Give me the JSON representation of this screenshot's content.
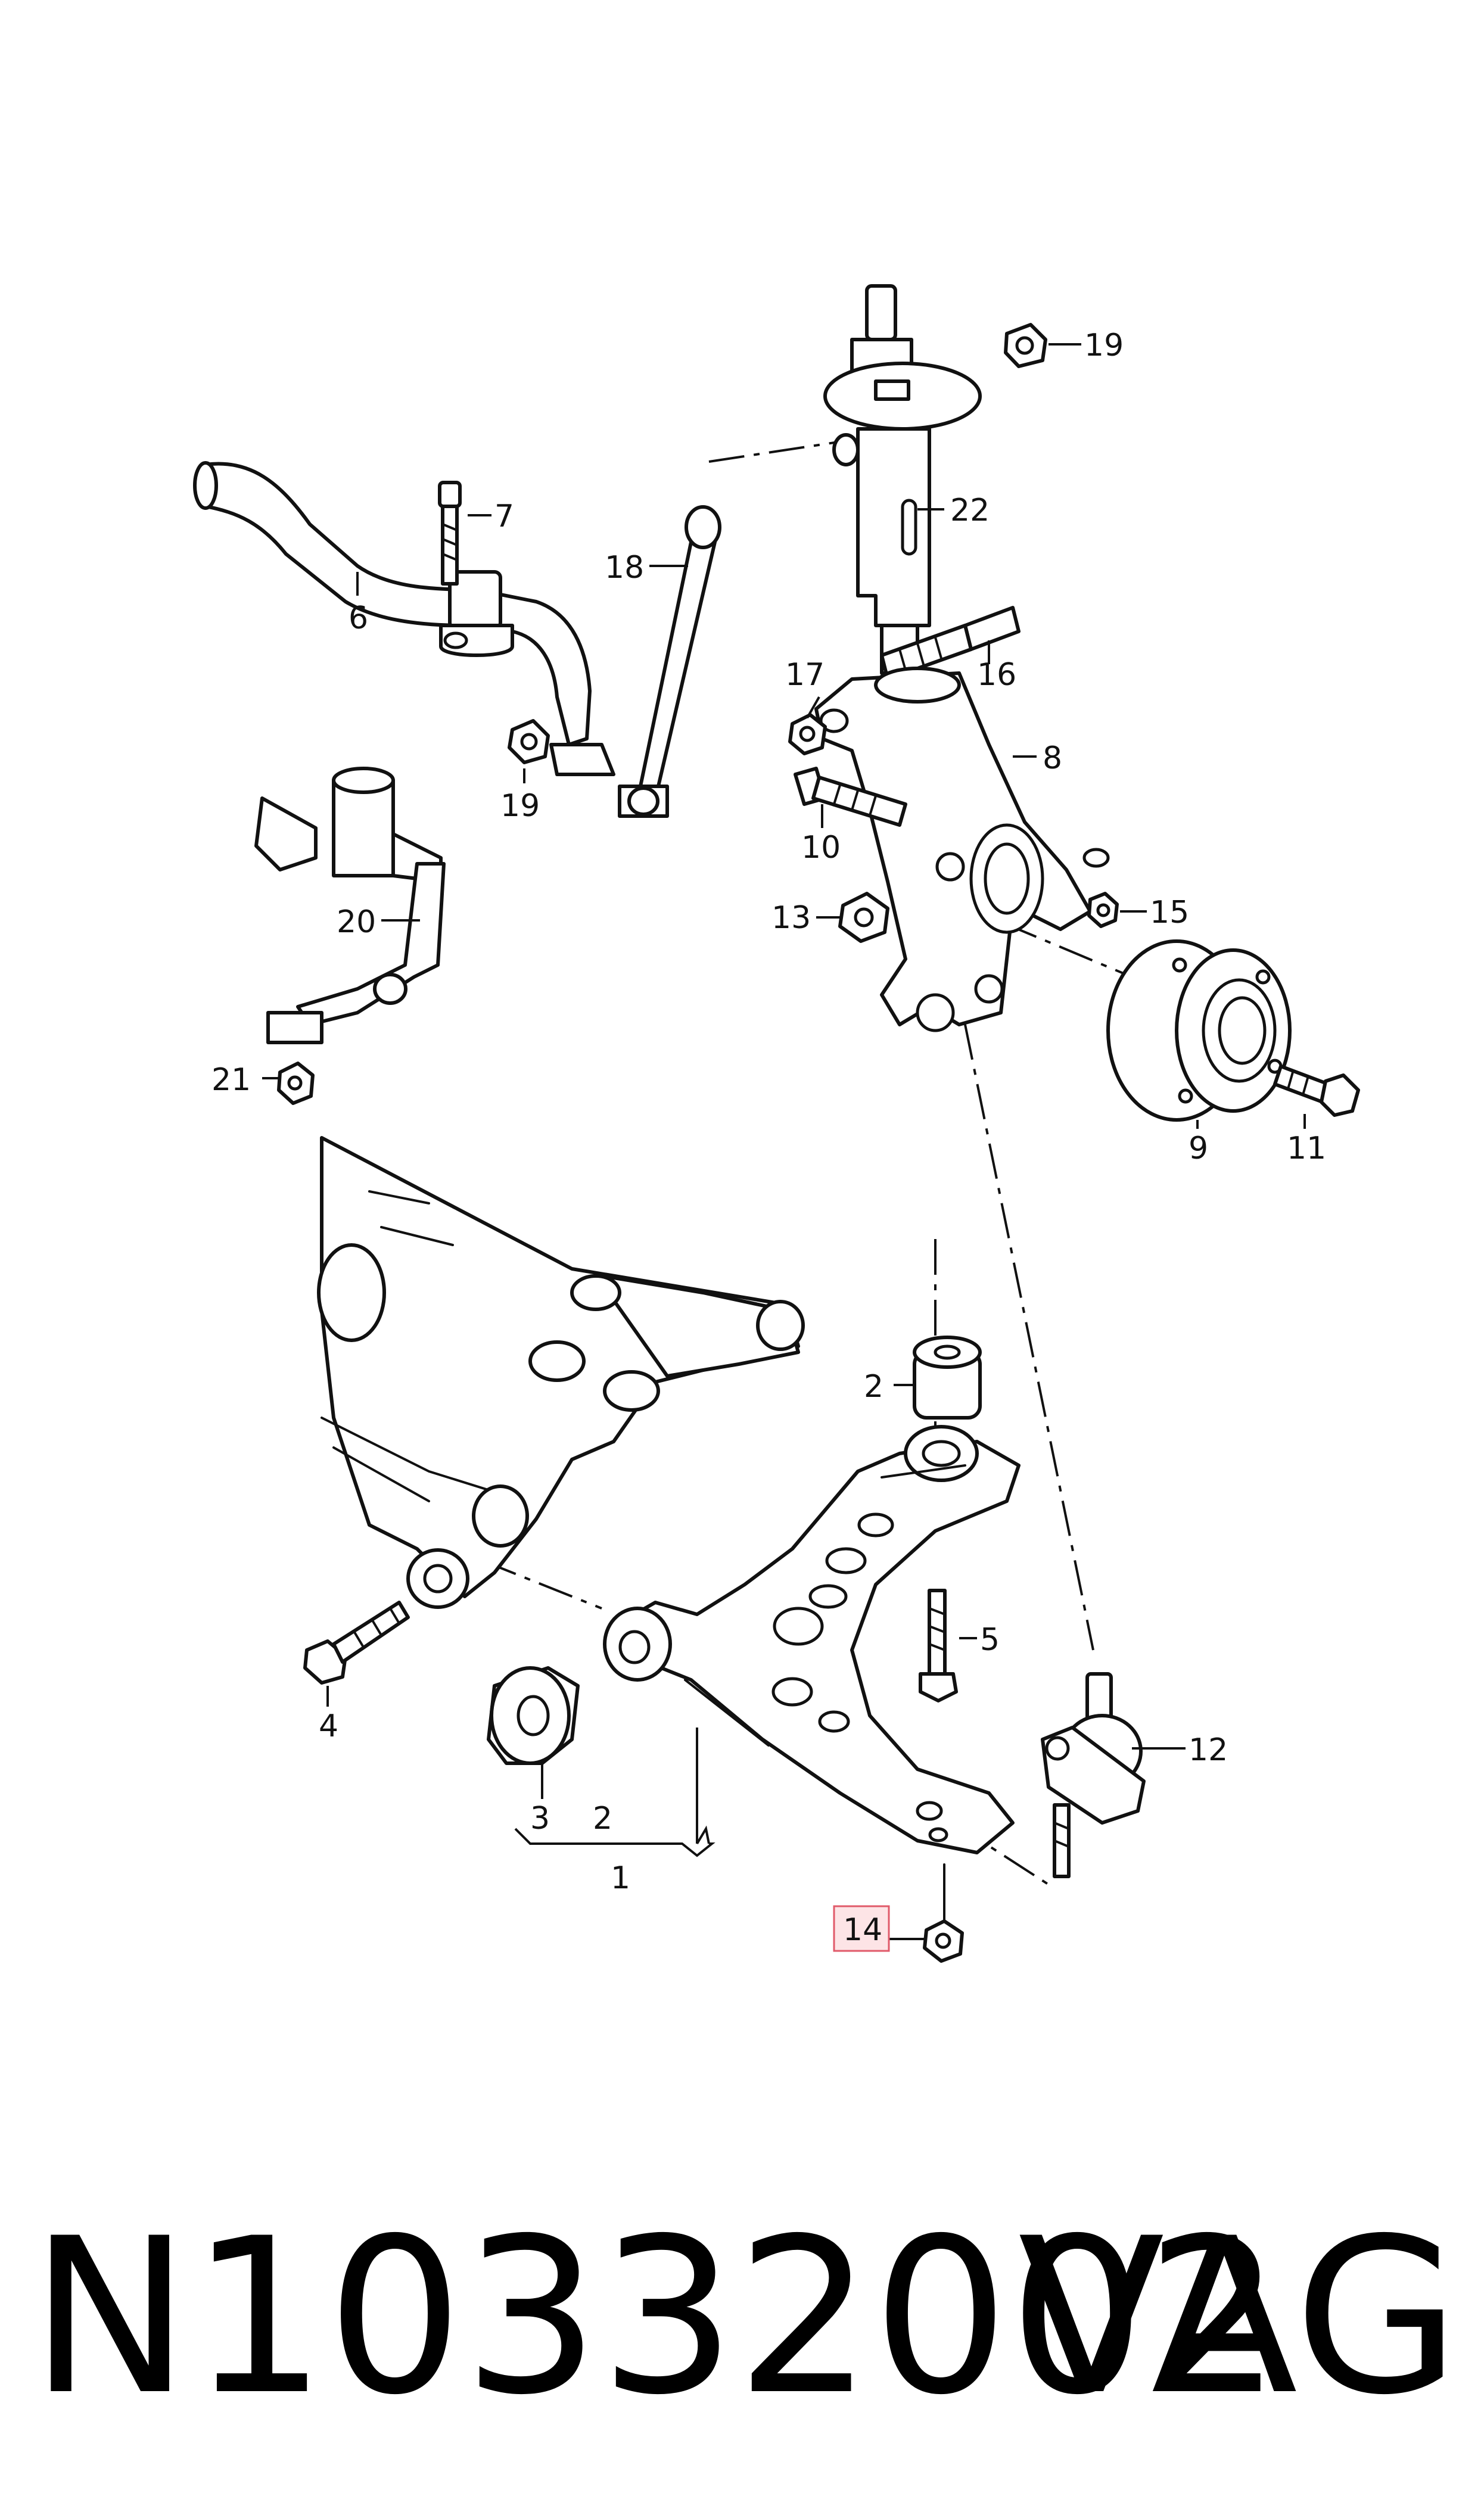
{
  "callouts": [
    {
      "id": "c1",
      "text": "1"
    },
    {
      "id": "c2a",
      "text": "2"
    },
    {
      "id": "c2b",
      "text": "2"
    },
    {
      "id": "c3",
      "text": "3"
    },
    {
      "id": "c4",
      "text": "4"
    },
    {
      "id": "c5",
      "text": "5"
    },
    {
      "id": "c6",
      "text": "6"
    },
    {
      "id": "c7",
      "text": "7"
    },
    {
      "id": "c8",
      "text": "8"
    },
    {
      "id": "c9",
      "text": "9"
    },
    {
      "id": "c10",
      "text": "10"
    },
    {
      "id": "c11",
      "text": "11"
    },
    {
      "id": "c12",
      "text": "12"
    },
    {
      "id": "c13",
      "text": "13"
    },
    {
      "id": "c14",
      "text": "14",
      "highlighted": true
    },
    {
      "id": "c15",
      "text": "15"
    },
    {
      "id": "c16",
      "text": "16"
    },
    {
      "id": "c17",
      "text": "17"
    },
    {
      "id": "c18",
      "text": "18"
    },
    {
      "id": "c19a",
      "text": "19"
    },
    {
      "id": "c19b",
      "text": "19"
    },
    {
      "id": "c20",
      "text": "20"
    },
    {
      "id": "c21",
      "text": "21"
    },
    {
      "id": "c22",
      "text": "22"
    }
  ],
  "footer": {
    "part_number": "N10332002",
    "brand": "VAG"
  },
  "colors": {
    "line": "#111111",
    "highlight_fill": "#fde4e6",
    "highlight_border": "#e05a6a"
  }
}
